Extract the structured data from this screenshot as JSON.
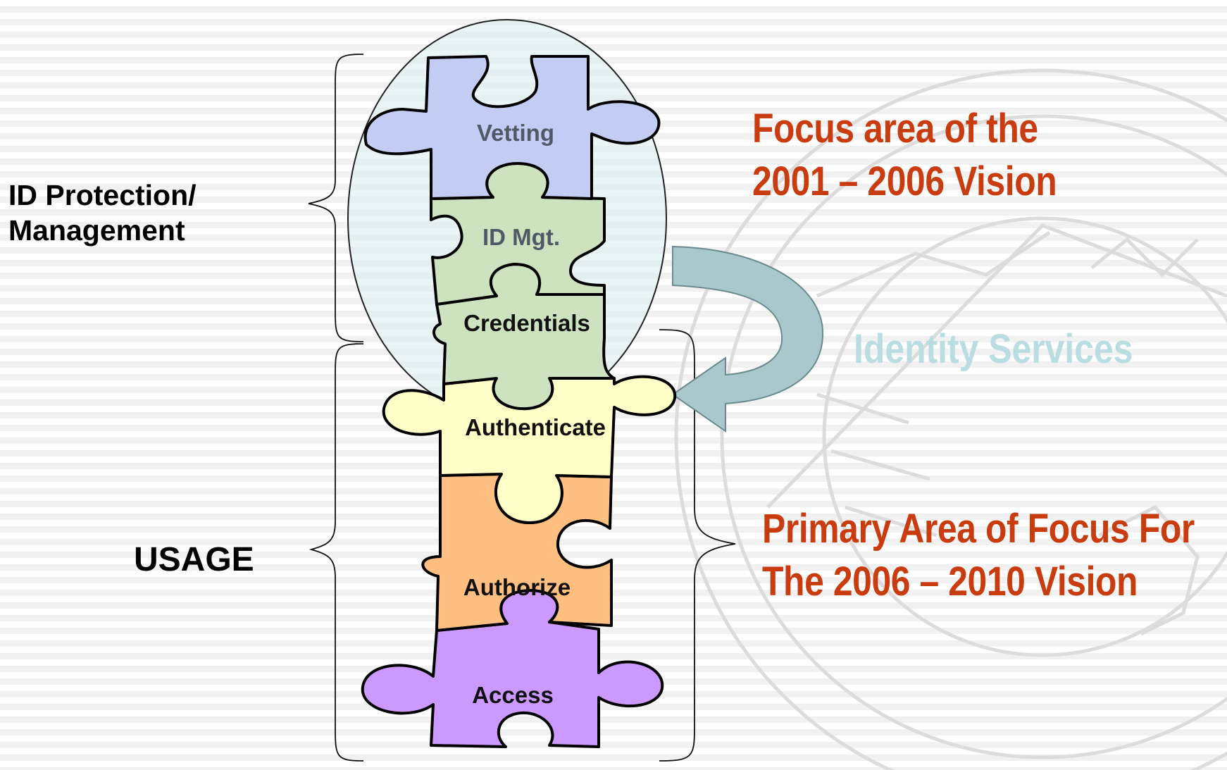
{
  "title": "",
  "labels": {
    "id_protection_line1": "ID Protection/",
    "id_protection_line2": "Management",
    "usage": "USAGE"
  },
  "focus_2001": {
    "line1": "Focus area of the",
    "line2": "2001 – 2006 Vision"
  },
  "identity_services": "Identity Services",
  "focus_2006": {
    "line1": "Primary Area of Focus For",
    "line2": "The 2006 – 2010  Vision"
  },
  "pieces": [
    {
      "id": "vetting",
      "label": "Vetting",
      "fill": "#c3cdf3"
    },
    {
      "id": "id-mgt",
      "label": "ID Mgt.",
      "fill": "#cde3c0"
    },
    {
      "id": "credentials",
      "label": "Credentials",
      "fill": "#cde3c0"
    },
    {
      "id": "authenticate",
      "label": "Authenticate",
      "fill": "#ffffc8"
    },
    {
      "id": "authorize",
      "label": "Authorize",
      "fill": "#ffbf80"
    },
    {
      "id": "access",
      "label": "Access",
      "fill": "#cc99ff"
    }
  ],
  "colors": {
    "focus_text": "#c83c10",
    "services_text": "#b9dde0",
    "circle_fill": "#d8ecec",
    "arrow_fill": "#a8c8cc"
  }
}
